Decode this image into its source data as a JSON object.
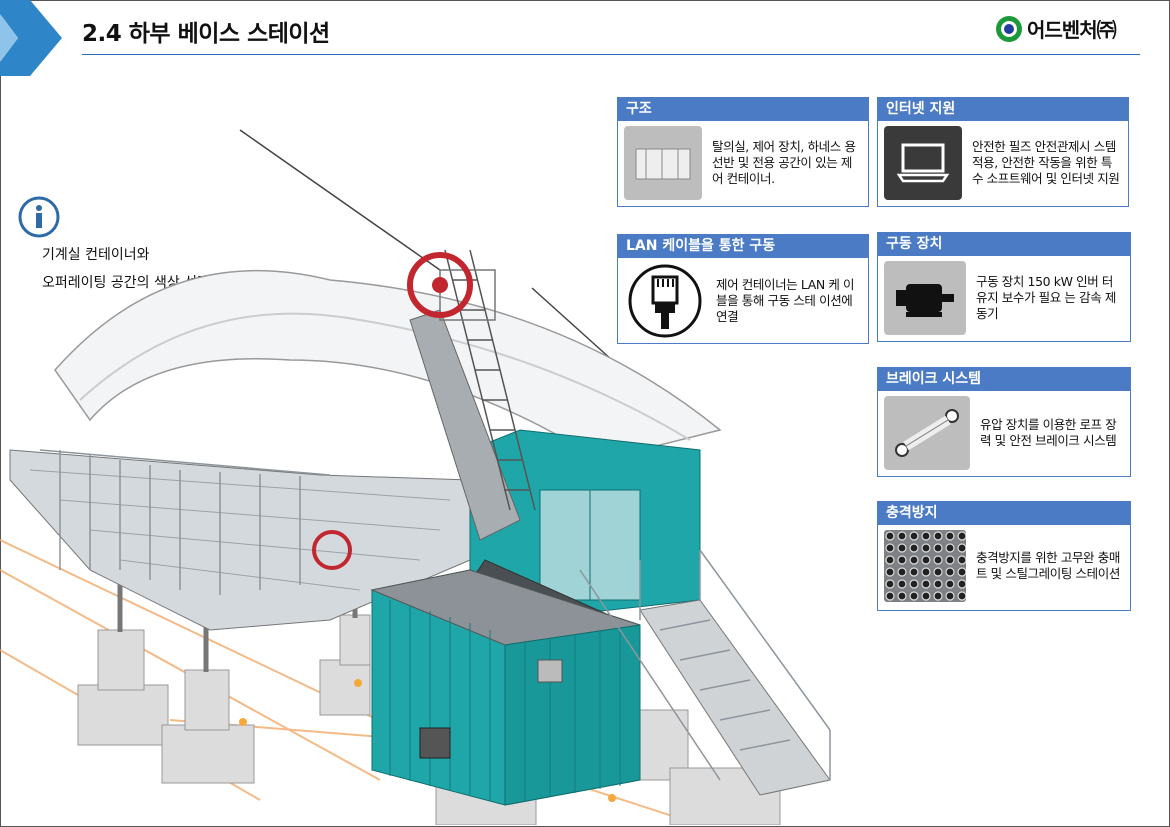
{
  "header": {
    "title": "2.4 하부 베이스 스테이션",
    "logo_text": "어드벤처㈜"
  },
  "colors": {
    "accent": "#4a7bc4",
    "teal_container": "#1fa6a8",
    "logo_green": "#1c9a3a",
    "logo_blue": "#1f3f9a"
  },
  "note": {
    "line1": "기계실 컨테이너와",
    "line2": "오퍼레이팅 공간의 색상 선택 가능",
    "icon": "info-icon"
  },
  "cards": [
    {
      "title": "구조",
      "desc": "탈의실, 제어 장치, 하네스 용 선반 및 전용 공간이 있는 제어 컨테이너.",
      "icon": "container-icon"
    },
    {
      "title": "인터넷 지원",
      "desc": "안전한 필즈 안전관제시 스템 적용, 안전한 작동을 위한 특수 소프트웨어 및 인터넷 지원",
      "icon": "laptop-icon"
    },
    {
      "title": "LAN 케이블을 통한 구동",
      "desc": "제어 컨테이너는 LAN 케 이블을 통해 구동 스테 이션에 연결",
      "icon": "lan-plug-icon"
    },
    {
      "title": "구동 장치",
      "desc": "구동 장치 150 kW 인버 터 유지 보수가 필요 는 감속 제동기",
      "icon": "motor-icon"
    },
    {
      "title": "브레이크 시스템",
      "desc": "유압 장치를 이용한 로프 장력 및 안전 브레이크 시스템",
      "icon": "hydraulic-cylinder-icon"
    },
    {
      "title": "충격방지",
      "desc": "충격방지를 위한 고무완 충매트 및 스틸그레이팅 스테이션",
      "icon": "rubber-mat-icon"
    }
  ]
}
